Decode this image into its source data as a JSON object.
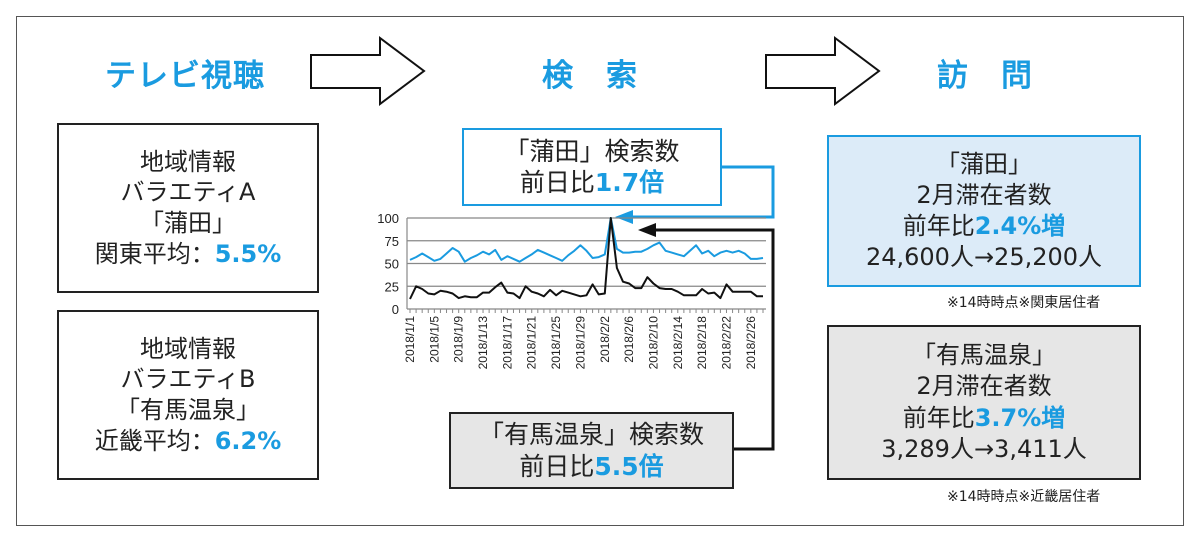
{
  "colors": {
    "accent": "#1a9be0",
    "light_blue": "#dcebf8",
    "gray": "#e6e6e6",
    "dark": "#222222"
  },
  "headings": {
    "tv": "テレビ視聴",
    "search": "検　索",
    "visit": "訪　問"
  },
  "tv_boxes": [
    {
      "line1": "地域情報",
      "line2": "バラエティA",
      "line3": "「蒲田」",
      "label": "関東平均：",
      "value": "5.5%"
    },
    {
      "line1": "地域情報",
      "line2": "バラエティB",
      "line3": "「有馬温泉」",
      "label": "近畿平均：",
      "value": "6.2%"
    }
  ],
  "search_boxes": {
    "kamata": {
      "line1": "「蒲田」検索数",
      "prefix": "前日比",
      "value": "1.7倍"
    },
    "arima": {
      "line1": "「有馬温泉」検索数",
      "prefix": "前日比",
      "value": "5.5倍"
    }
  },
  "visit_boxes": [
    {
      "line1": "「蒲田」",
      "line2": "2月滞在者数",
      "prefix": "前年比",
      "value": "2.4%増",
      "line4": "24,600人→25,200人",
      "note": "※14時時点※関東居住者"
    },
    {
      "line1": "「有馬温泉」",
      "line2": "2月滞在者数",
      "prefix": "前年比",
      "value": "3.7%増",
      "line4": "3,289人→3,411人",
      "note": "※14時時点※近畿居住者"
    }
  ],
  "chart_data": {
    "type": "line",
    "ylim": [
      0,
      100
    ],
    "yticks": [
      0,
      25,
      50,
      75,
      100
    ],
    "xtick_labels": [
      "2018/1/1",
      "2018/1/5",
      "2018/1/9",
      "2018/1/13",
      "2018/1/17",
      "2018/1/21",
      "2018/1/25",
      "2018/1/29",
      "2018/2/2",
      "2018/2/6",
      "2018/2/10",
      "2018/2/14",
      "2018/2/18",
      "2018/2/22",
      "2018/2/26"
    ],
    "x_start": "2018/1/1",
    "x_end": "2018/2/28",
    "tick_every_days": 4,
    "grid": true,
    "series": [
      {
        "name": "蒲田",
        "color": "#1a9be0",
        "values": [
          54,
          57,
          61,
          57,
          53,
          55,
          61,
          67,
          63,
          52,
          56,
          59,
          63,
          60,
          65,
          54,
          58,
          55,
          52,
          56,
          60,
          65,
          62,
          59,
          56,
          53,
          59,
          64,
          70,
          64,
          56,
          57,
          60,
          100,
          66,
          62,
          62,
          63,
          63,
          66,
          70,
          73,
          64,
          62,
          60,
          58,
          64,
          70,
          61,
          64,
          58,
          62,
          64,
          62,
          64,
          61,
          55,
          55,
          56
        ]
      },
      {
        "name": "有馬温泉",
        "color": "#111111",
        "values": [
          11,
          25,
          22,
          17,
          16,
          20,
          19,
          17,
          12,
          14,
          13,
          13,
          18,
          18,
          24,
          29,
          18,
          17,
          12,
          25,
          19,
          17,
          14,
          21,
          15,
          20,
          18,
          16,
          14,
          15,
          27,
          16,
          17,
          100,
          45,
          30,
          28,
          23,
          23,
          35,
          28,
          23,
          22,
          22,
          19,
          15,
          15,
          15,
          22,
          17,
          18,
          12,
          27,
          19,
          19,
          19,
          19,
          14,
          14
        ]
      }
    ]
  }
}
